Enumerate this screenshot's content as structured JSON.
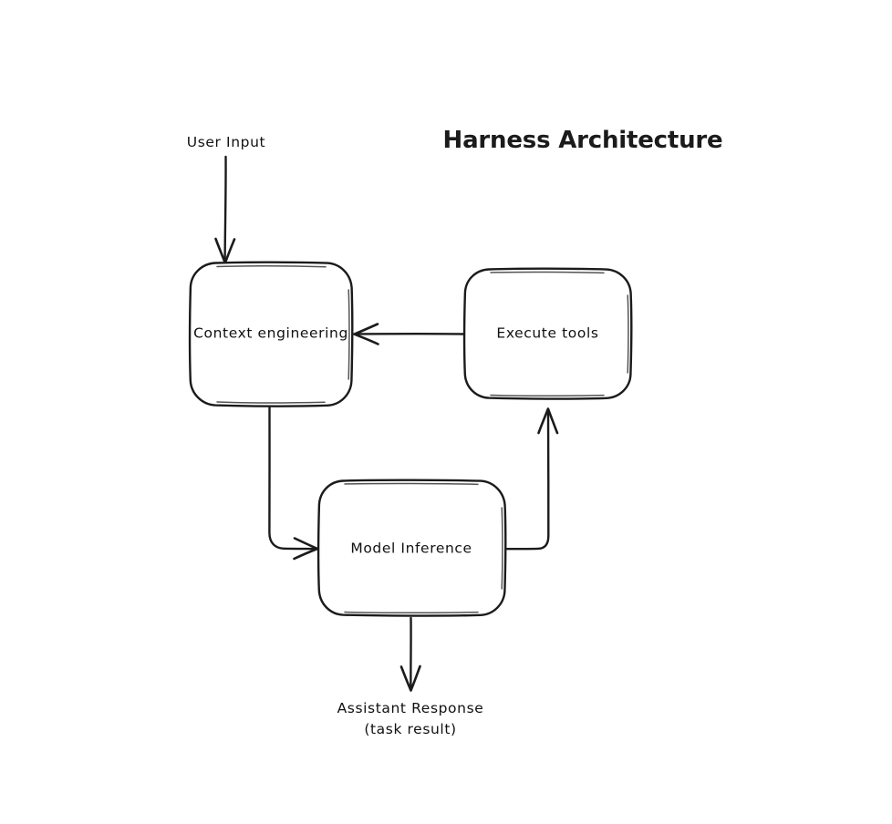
{
  "title": "Harness Architecture",
  "background_color": "#ffffff",
  "stroke_color": "#1b1b1b",
  "text_color": "#111111",
  "nodes": [
    {
      "id": "context",
      "label": "Context engineering"
    },
    {
      "id": "execute",
      "label": "Execute tools"
    },
    {
      "id": "inference",
      "label": "Model Inference"
    }
  ],
  "edge_labels": {
    "input": "User Input",
    "output_line1": "Assistant Response",
    "output_line2": "(task result)"
  },
  "edges": [
    {
      "from": "User Input",
      "to": "Context engineering"
    },
    {
      "from": "Context engineering",
      "to": "Model Inference"
    },
    {
      "from": "Model Inference",
      "to": "Execute tools"
    },
    {
      "from": "Execute tools",
      "to": "Context engineering"
    },
    {
      "from": "Model Inference",
      "to": "Assistant Response (task result)"
    }
  ]
}
